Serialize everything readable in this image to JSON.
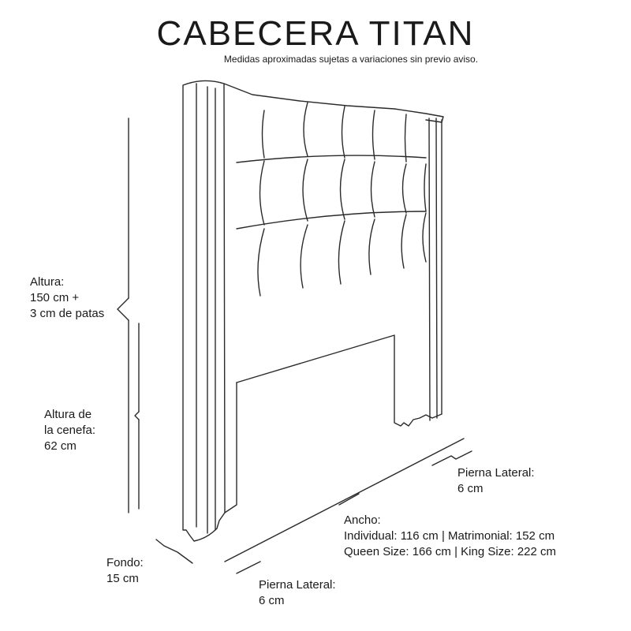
{
  "header": {
    "title": "CABECERA TITAN",
    "subtitle": "Medidas aproximadas sujetas a variaciones sin previo aviso."
  },
  "labels": {
    "altura": {
      "line1": "Altura:",
      "line2": "150 cm +",
      "line3": "3 cm de patas"
    },
    "cenefa": {
      "line1": "Altura de",
      "line2": "la cenefa:",
      "line3": "62 cm"
    },
    "fondo": {
      "line1": "Fondo:",
      "line2": "15 cm"
    },
    "pierna_derecha": {
      "line1": "Pierna Lateral:",
      "line2": "6 cm"
    },
    "pierna_inferior": {
      "line1": "Pierna Lateral:",
      "line2": "6 cm"
    },
    "ancho": {
      "line1": "Ancho:",
      "line2": "Individual: 116 cm | Matrimonial: 152 cm",
      "line3": "Queen Size: 166 cm | King Size: 222 cm"
    }
  }
}
